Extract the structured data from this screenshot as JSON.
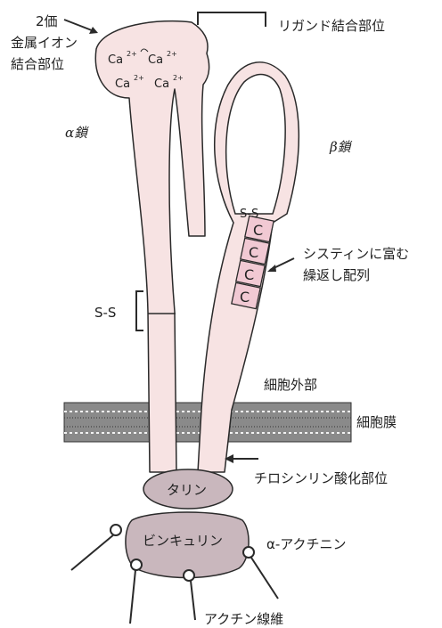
{
  "labels": {
    "divalent_line1": "2価",
    "divalent_line2": "金属イオン",
    "divalent_line3": "結合部位",
    "ligand_site": "リガンド結合部位",
    "alpha_chain": "α鎖",
    "beta_chain": "β鎖",
    "ss_beta": "S-S",
    "ss_alpha": "S-S",
    "cysteine_line1": "システィンに富む",
    "cysteine_line2": "繰返し配列",
    "extracellular": "細胞外部",
    "membrane": "細胞膜",
    "tyrosine_site": "チロシンリン酸化部位",
    "talin": "タリン",
    "vinculin": "ビンキュリン",
    "alpha_actinin": "α-アクチニン",
    "actin": "アクチン線維"
  },
  "ions": [
    {
      "symbol": "Ca",
      "charge": "2+"
    },
    {
      "symbol": "Ca",
      "charge": "2+"
    },
    {
      "symbol": "Ca",
      "charge": "2+"
    },
    {
      "symbol": "Ca",
      "charge": "2+"
    }
  ],
  "cysteine_repeats": [
    "C",
    "C",
    "C",
    "C"
  ],
  "colors": {
    "chain_fill": "#f7e3e3",
    "cysteine_fill": "#f1c9d3",
    "blob_fill": "#c9b7bd",
    "outline": "#2a2a2a",
    "membrane_fill": "#7b7b7b"
  }
}
